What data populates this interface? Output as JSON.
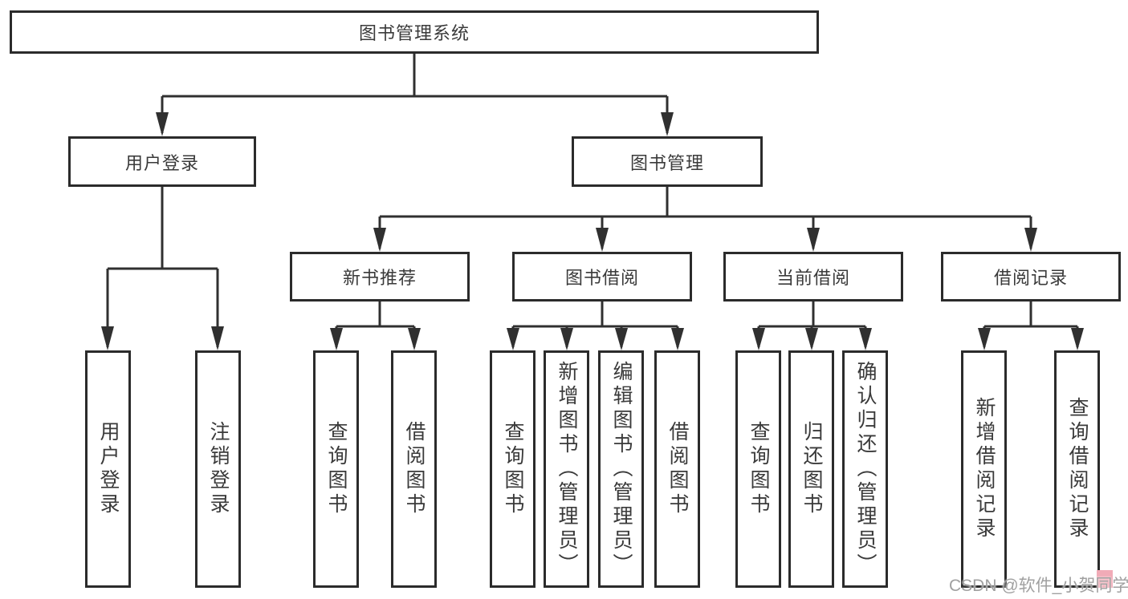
{
  "colors": {
    "background": "#ffffff",
    "box_border": "#2b2b2b",
    "connector_line": "#303030",
    "node_text": "#3a3a3a",
    "watermark_text": "#a0a0a0",
    "watermark_highlight": "#f1abb7"
  },
  "tree": {
    "root": {
      "label": "图书管理系统"
    },
    "children": [
      {
        "label": "用户登录",
        "children": [
          {
            "label": "用户登录"
          },
          {
            "label": "注销登录"
          }
        ]
      },
      {
        "label": "图书管理",
        "children": [
          {
            "label": "新书推荐",
            "children": [
              {
                "label": "查询图书"
              },
              {
                "label": "借阅图书"
              }
            ]
          },
          {
            "label": "图书借阅",
            "children": [
              {
                "label": "查询图书"
              },
              {
                "label": "新增图书（管理员）"
              },
              {
                "label": "编辑图书（管理员）"
              },
              {
                "label": "借阅图书"
              }
            ]
          },
          {
            "label": "当前借阅",
            "children": [
              {
                "label": "查询图书"
              },
              {
                "label": "归还图书"
              },
              {
                "label": "确认归还（管理员）"
              }
            ]
          },
          {
            "label": "借阅记录",
            "children": [
              {
                "label": "新增借阅记录"
              },
              {
                "label": "查询借阅记录"
              }
            ]
          }
        ]
      }
    ]
  },
  "watermark": {
    "text": "CSDN @软件_小贺同学"
  }
}
